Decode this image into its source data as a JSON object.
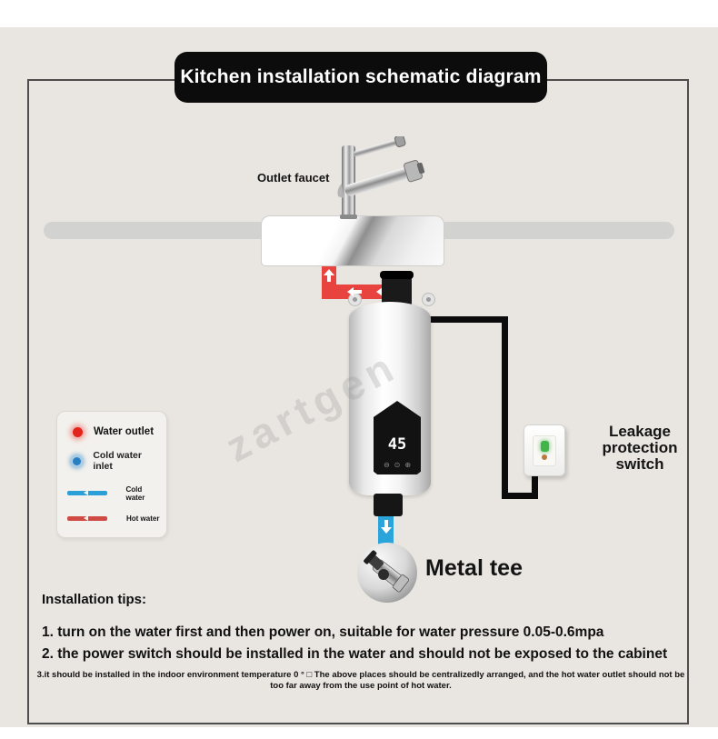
{
  "title": "Kitchen installation schematic diagram",
  "watermark": "zartgen",
  "diagram": {
    "faucet_label": "Outlet faucet",
    "heater": {
      "display_value": "45",
      "button_minus": "⊖",
      "button_power": "⊙",
      "button_plus": "⊕"
    },
    "leakage_switch_label": "Leakage protection switch",
    "metal_tee_label": "Metal tee"
  },
  "legend": {
    "items": [
      {
        "icon": "red-dot-icon",
        "label": "Water outlet",
        "color": "#e3241d"
      },
      {
        "icon": "blue-ring-icon",
        "label": "Cold water inlet",
        "color": "#2a7fc1"
      },
      {
        "icon": "blue-pipe-icon",
        "label": "Cold water",
        "color": "#2a9fd8"
      },
      {
        "icon": "red-pipe-icon",
        "label": "Hot water",
        "color": "#cf4a42"
      }
    ]
  },
  "tips": {
    "heading": "Installation tips:",
    "items": [
      "1. turn on the water first and then power on, suitable for water pressure 0.05-0.6mpa",
      "2. the power switch should be installed in the water and should not be exposed to the cabinet",
      "3.it should be installed in the indoor environment temperature 0 ° □ The above places should be centralizedly arranged, and the hot water outlet should not be too far away from the use point of hot water."
    ]
  },
  "colors": {
    "background": "#e9e6e1",
    "frame_border": "#4e4e4e",
    "title_bg": "#0c0c0c",
    "hot_pipe": "#e8433f",
    "cold_pipe": "#2ba4dc",
    "cable": "#0c0c0c"
  }
}
